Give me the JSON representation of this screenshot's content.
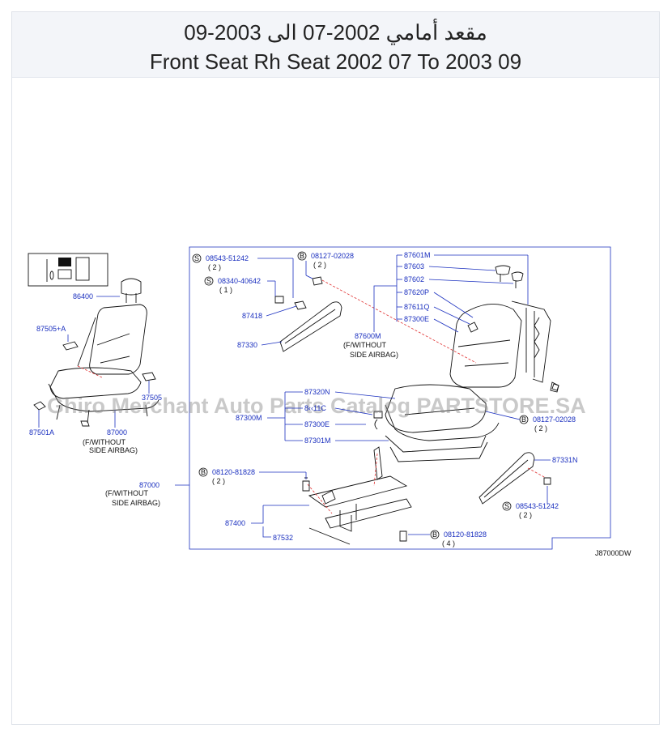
{
  "header": {
    "title_ar": "مقعد أمامي 2002-07 الى 2003-09",
    "title_en": "Front Seat Rh Seat 2002 07 To 2003 09"
  },
  "watermark": "Ghiro Merchant Auto Parts Catalog PARTSTORE.SA",
  "diagram_code": "J87000DW",
  "colors": {
    "label": "#1a2fbf",
    "callout_dash": "#e03030",
    "header_bg": "#f3f5f9"
  },
  "left_parts": {
    "p86400": "86400",
    "p87505A": "87505+A",
    "p37505": "37505",
    "p87501A": "87501A",
    "p87000": "87000",
    "note1": "(F/WITHOUT",
    "note2": "SIDE  AIRBAG)"
  },
  "main": {
    "p87000": "87000",
    "note1": "(F/WITHOUT",
    "note2": "SIDE  AIRBAG)",
    "s1_code": "08543-51242",
    "s1_qty": "( 2 )",
    "s2_code": "08340-40642",
    "s2_qty": "( 1 )",
    "b1_code": "08127-02028",
    "b1_qty": "( 2 )",
    "p87418": "87418",
    "p87330": "87330",
    "p87601M": "87601M",
    "p87603": "87603",
    "p87602": "87602",
    "p87620P": "87620P",
    "p87611Q": "87611Q",
    "p87300E_top": "87300E",
    "p87600M": "87600M",
    "note_600_1": "(F/WITHOUT",
    "note_600_2": "SIDE  AIRBAG)",
    "p87320N": "87320N",
    "p87311C": "8‹‹11C",
    "p87300M": "87300M",
    "p87300E": "87300E",
    "p87301M": "87301M",
    "b2_code": "08127-02028",
    "b2_qty": "( 2 )",
    "b3_code": "08120-81828",
    "b3_qty": "( 2 )",
    "p87331N": "87331N",
    "s3_code": "08543-51242",
    "s3_qty": "( 2 )",
    "p87400": "87400",
    "p87532": "87532",
    "b4_code": "08120-81828",
    "b4_qty": "( 4 )",
    "mark_s": "S",
    "mark_b": "B"
  }
}
